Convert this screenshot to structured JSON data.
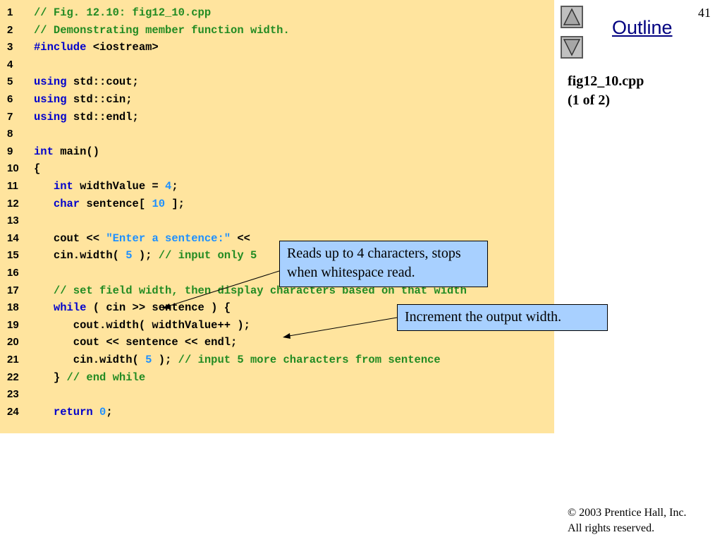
{
  "slide": {
    "page_number": "41",
    "outline_label": "Outline",
    "file_title": "fig12_10.cpp",
    "file_part": "(1 of 2)"
  },
  "code": {
    "lines": [
      {
        "num": "1",
        "tokens": [
          {
            "t": "comment",
            "v": "// Fig. 12.10: fig12_10.cpp"
          }
        ]
      },
      {
        "num": "2",
        "tokens": [
          {
            "t": "comment",
            "v": "// Demonstrating member function width."
          }
        ]
      },
      {
        "num": "3",
        "tokens": [
          {
            "t": "kw",
            "v": "#include"
          },
          {
            "t": "plain",
            "v": " <iostream>"
          }
        ]
      },
      {
        "num": "4",
        "tokens": []
      },
      {
        "num": "5",
        "tokens": [
          {
            "t": "kw",
            "v": "using"
          },
          {
            "t": "plain",
            "v": " std::cout;"
          }
        ]
      },
      {
        "num": "6",
        "tokens": [
          {
            "t": "kw",
            "v": "using"
          },
          {
            "t": "plain",
            "v": " std::cin;"
          }
        ]
      },
      {
        "num": "7",
        "tokens": [
          {
            "t": "kw",
            "v": "using"
          },
          {
            "t": "plain",
            "v": " std::endl;"
          }
        ]
      },
      {
        "num": "8",
        "tokens": []
      },
      {
        "num": "9",
        "tokens": [
          {
            "t": "kw",
            "v": "int"
          },
          {
            "t": "plain",
            "v": " main()"
          }
        ]
      },
      {
        "num": "10",
        "tokens": [
          {
            "t": "plain",
            "v": "{"
          }
        ]
      },
      {
        "num": "11",
        "tokens": [
          {
            "t": "plain",
            "v": "   "
          },
          {
            "t": "kw",
            "v": "int"
          },
          {
            "t": "plain",
            "v": " widthValue = "
          },
          {
            "t": "number",
            "v": "4"
          },
          {
            "t": "plain",
            "v": ";"
          }
        ]
      },
      {
        "num": "12",
        "tokens": [
          {
            "t": "plain",
            "v": "   "
          },
          {
            "t": "kw",
            "v": "char"
          },
          {
            "t": "plain",
            "v": " sentence[ "
          },
          {
            "t": "number",
            "v": "10"
          },
          {
            "t": "plain",
            "v": " ];"
          }
        ]
      },
      {
        "num": "13",
        "tokens": []
      },
      {
        "num": "14",
        "tokens": [
          {
            "t": "plain",
            "v": "   cout << "
          },
          {
            "t": "string",
            "v": "\"Enter a sentence:\""
          },
          {
            "t": "plain",
            "v": " <<"
          }
        ]
      },
      {
        "num": "15",
        "tokens": [
          {
            "t": "plain",
            "v": "   cin.width( "
          },
          {
            "t": "number",
            "v": "5"
          },
          {
            "t": "plain",
            "v": " ); "
          },
          {
            "t": "comment",
            "v": "// input only 5"
          }
        ]
      },
      {
        "num": "16",
        "tokens": []
      },
      {
        "num": "17",
        "tokens": [
          {
            "t": "plain",
            "v": "   "
          },
          {
            "t": "comment",
            "v": "// set field width, then display characters based on that width"
          }
        ]
      },
      {
        "num": "18",
        "tokens": [
          {
            "t": "plain",
            "v": "   "
          },
          {
            "t": "kw",
            "v": "while"
          },
          {
            "t": "plain",
            "v": " ( cin >> sentence ) {"
          }
        ]
      },
      {
        "num": "19",
        "tokens": [
          {
            "t": "plain",
            "v": "      cout.width( widthValue++ );"
          }
        ]
      },
      {
        "num": "20",
        "tokens": [
          {
            "t": "plain",
            "v": "      cout << sentence << endl;"
          }
        ]
      },
      {
        "num": "21",
        "tokens": [
          {
            "t": "plain",
            "v": "      cin.width( "
          },
          {
            "t": "number",
            "v": "5"
          },
          {
            "t": "plain",
            "v": " ); "
          },
          {
            "t": "comment",
            "v": "// input 5 more characters from sentence"
          }
        ]
      },
      {
        "num": "22",
        "tokens": [
          {
            "t": "plain",
            "v": "   } "
          },
          {
            "t": "comment",
            "v": "// end while"
          }
        ]
      },
      {
        "num": "23",
        "tokens": []
      },
      {
        "num": "24",
        "tokens": [
          {
            "t": "plain",
            "v": "   "
          },
          {
            "t": "kw",
            "v": "return"
          },
          {
            "t": "plain",
            "v": " "
          },
          {
            "t": "number",
            "v": "0"
          },
          {
            "t": "plain",
            "v": ";"
          }
        ]
      }
    ]
  },
  "callouts": {
    "reads_up_to": "Reads up to 4 characters, stops when whitespace read.",
    "increment": "Increment the output width."
  },
  "footer": {
    "copyright_symbol": "©",
    "copyright": "2003 Prentice Hall, Inc.",
    "rights": "All rights reserved."
  },
  "colors": {
    "code_background": "#ffe49e",
    "keyword": "#0000cc",
    "comment": "#228b22",
    "literal": "#1e90ff",
    "callout_background": "#a8d0ff",
    "outline_link": "#000080"
  },
  "icons": {
    "nav_up": "triangle-up-icon",
    "nav_down": "triangle-down-icon"
  }
}
